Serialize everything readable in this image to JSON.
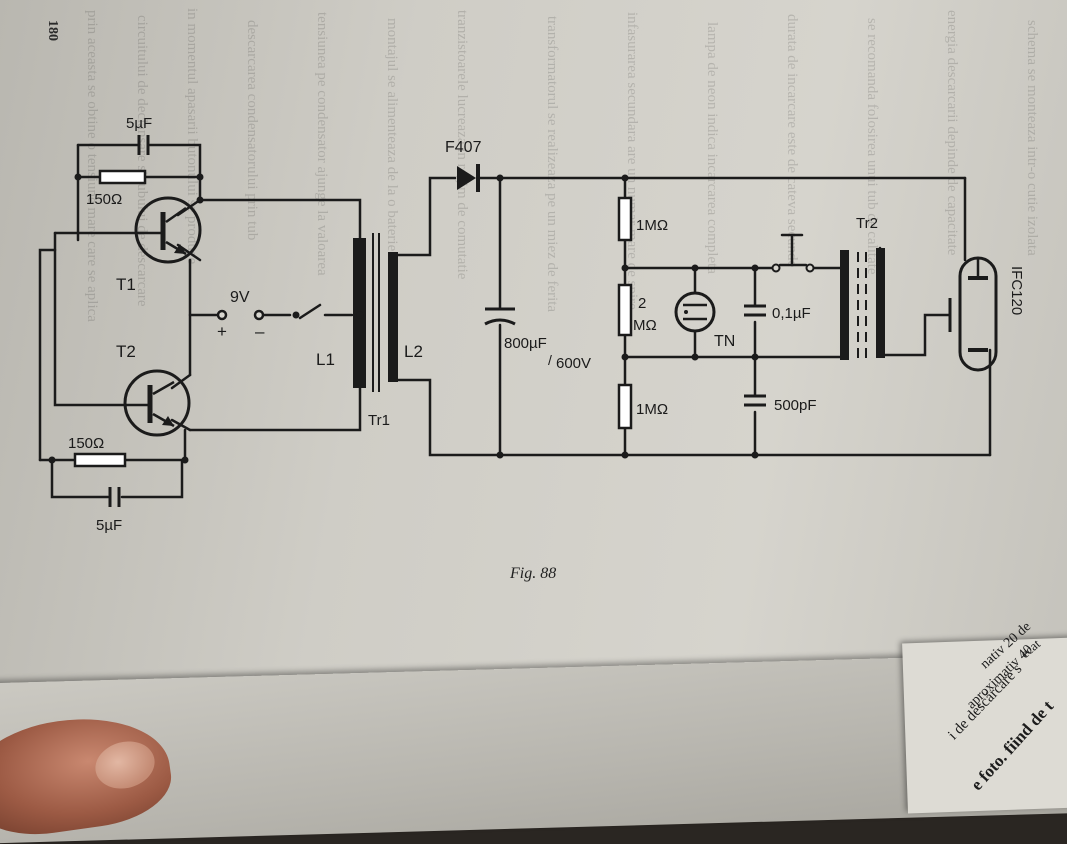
{
  "page_number": "180",
  "caption": "Fig. 88",
  "components": {
    "c_top": "5µF",
    "r_top": "150Ω",
    "t1": "T1",
    "t2": "T2",
    "r_bottom": "150Ω",
    "c_bottom": "5µF",
    "battery": "9V",
    "plus": "+",
    "minus": "–",
    "l1": "L1",
    "l2": "L2",
    "tr1": "Tr1",
    "diode": "F407",
    "c_big_value": "800µF",
    "c_big_voltage": "600V",
    "r1": "1MΩ",
    "r2_num": "2",
    "r2_unit": "MΩ",
    "r3": "1MΩ",
    "neon": "TN",
    "c_small": "0,1µF",
    "c_500": "500pF",
    "tr2": "Tr2",
    "flash_tube": "IFC120"
  },
  "right_page_text": [
    "ecat",
    "nativ 20 de",
    "aproximativ 40",
    "i de descărcare s",
    "e foto. fiind de t"
  ]
}
